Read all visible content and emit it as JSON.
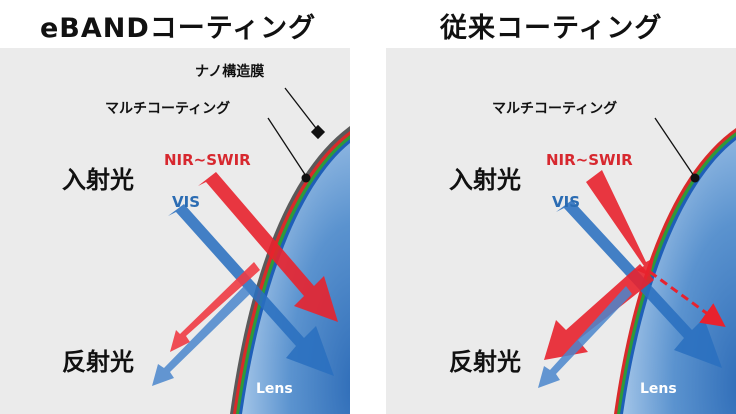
{
  "titles": {
    "left": "eBANDコーティング",
    "right": "従来コーティング"
  },
  "left_panel": {
    "nano_label": "ナノ構造膜",
    "multi_label": "マルチコーティング",
    "nir_label": "NIR~SWIR",
    "vis_label": "VIS",
    "incident_label": "入射光",
    "reflected_label": "反射光",
    "lens_label": "Lens"
  },
  "right_panel": {
    "multi_label": "マルチコーティング",
    "nir_label": "NIR~SWIR",
    "vis_label": "VIS",
    "incident_label": "入射光",
    "reflected_label": "反射光",
    "lens_label": "Lens"
  },
  "colors": {
    "panel_bg": "#ebebeb",
    "lens_dark": "#3f7cc0",
    "lens_light": "#8fb8e0",
    "nir_red": "#e8222e",
    "vis_blue": "#2a6fbf",
    "nir_label": "#d7282f",
    "vis_label": "#2b6cb3",
    "nano_layer": "#5a5a5a",
    "coat_red": "#d92a2a",
    "coat_green": "#2f9a3a",
    "coat_blue": "#1f5fb8"
  }
}
